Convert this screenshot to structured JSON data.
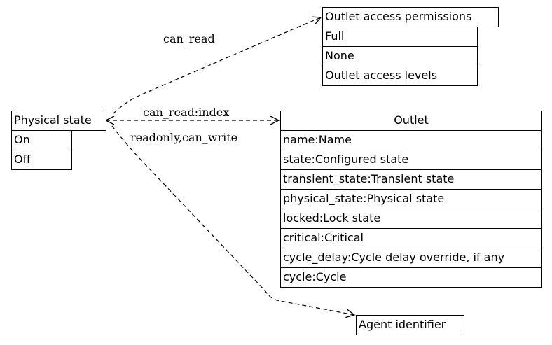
{
  "entities": {
    "physical_state": {
      "title": "Physical state",
      "rows": [
        "On",
        "Off"
      ]
    },
    "outlet_access_permissions": {
      "title": "Outlet access permissions",
      "rows": [
        "Full",
        "None",
        "Outlet access levels"
      ]
    },
    "outlet": {
      "title": "Outlet",
      "rows": [
        "name:Name",
        "state:Configured state",
        "transient_state:Transient state",
        "physical_state:Physical state",
        "locked:Lock state",
        "critical:Critical",
        "cycle_delay:Cycle delay override, if any",
        "cycle:Cycle"
      ]
    },
    "agent_identifier": {
      "title": "Agent identifier",
      "rows": []
    }
  },
  "edges": {
    "to_permissions": "can_read",
    "to_outlet": "can_read:index",
    "to_agent": "readonly,can_write"
  }
}
